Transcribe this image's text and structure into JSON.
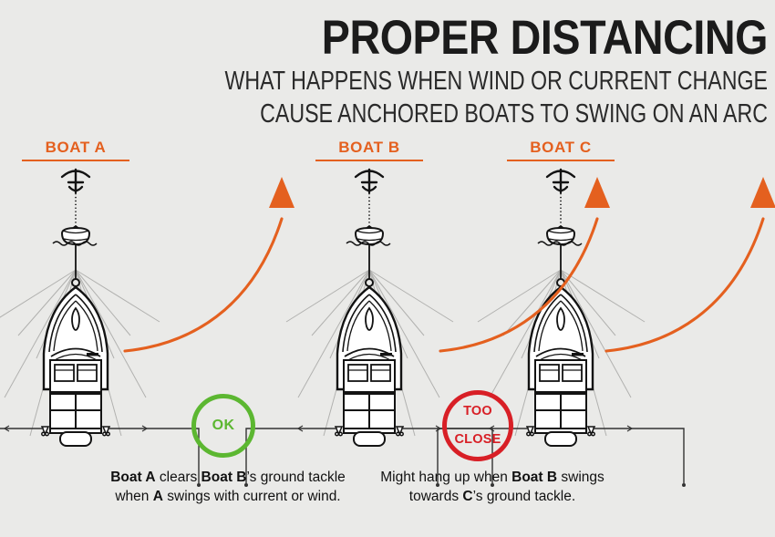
{
  "header": {
    "title": "PROPER DISTANCING",
    "subtitle_line1": "WHAT HAPPENS WHEN WIND OR CURRENT CHANGE",
    "subtitle_line2": "CAUSE ANCHORED BOATS TO SWING ON AN ARC"
  },
  "colors": {
    "background": "#eaeae8",
    "accent_orange": "#e4601f",
    "ok_green": "#5cb731",
    "danger_red": "#d81f26",
    "line_black": "#1b1b1b",
    "arc_gray": "#9a9a9a"
  },
  "boats": [
    {
      "label": "BOAT A"
    },
    {
      "label": "BOAT B"
    },
    {
      "label": "BOAT C"
    }
  ],
  "badges": {
    "ok": {
      "label": "OK",
      "color": "#5cb731"
    },
    "too_close": {
      "line1": "TOO",
      "line2": "CLOSE",
      "color": "#d81f26"
    }
  },
  "captions": {
    "left": "Boat A clears Boat B’s ground tackle when A swings with current or wind.",
    "right": "Might hang up when Boat B swings towards C’s ground tackle."
  },
  "icons": {
    "anchor": "anchor-icon",
    "buoy_boat": "anchored-boat-side-icon",
    "swing_arrow": "swing-arc-arrow-icon",
    "boat_top": "boat-top-view-icon"
  }
}
